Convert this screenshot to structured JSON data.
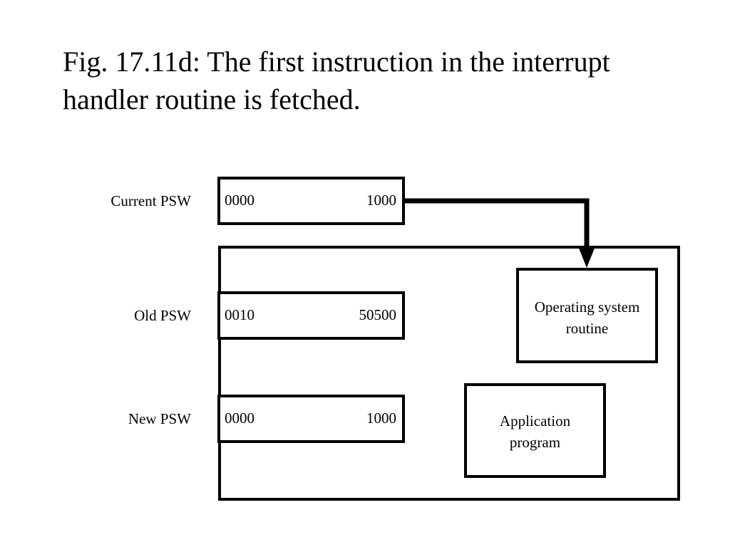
{
  "title": {
    "line1": "Fig. 17.11d: The first instruction in the interrupt",
    "line2": "handler routine is fetched."
  },
  "current_psw": {
    "label": "Current PSW",
    "left": "0000",
    "right": "1000"
  },
  "old_psw": {
    "label": "Old PSW",
    "left": "0010",
    "right": "50500"
  },
  "new_psw": {
    "label": "New PSW",
    "left": "0000",
    "right": "1000"
  },
  "os_routine": {
    "line1": "Operating system",
    "line2": "routine"
  },
  "app_program": {
    "line1": "Application",
    "line2": "program"
  }
}
